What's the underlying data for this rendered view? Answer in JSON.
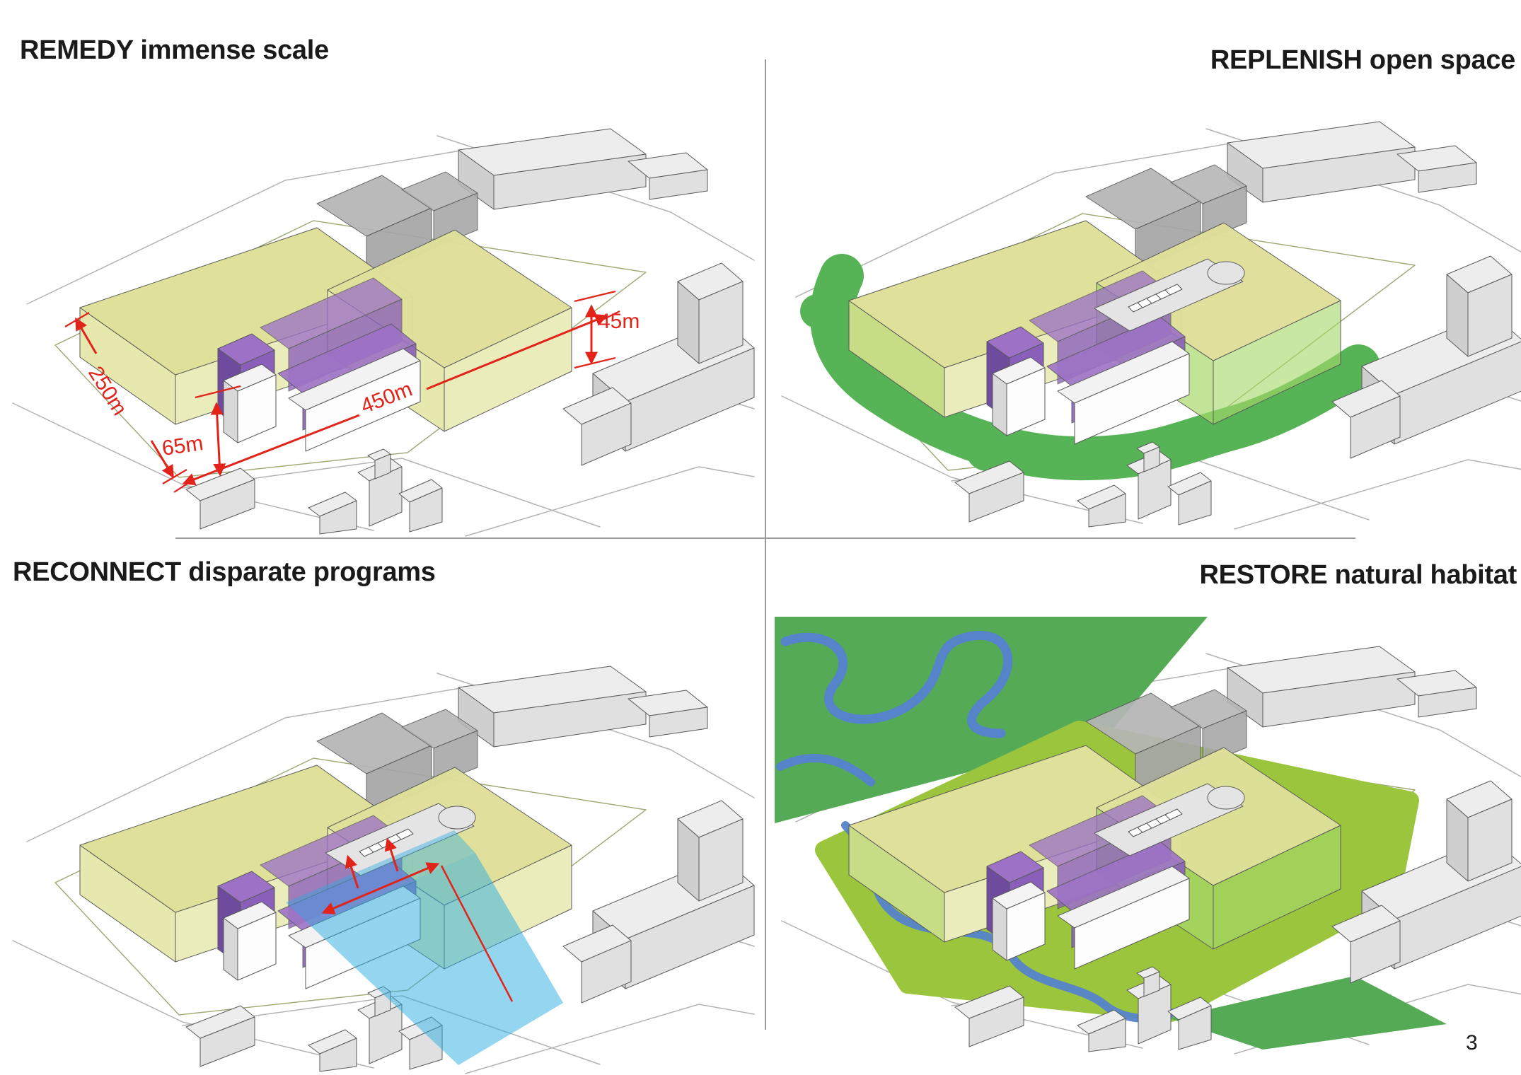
{
  "page": {
    "number": "3"
  },
  "quadrants": {
    "remedy": {
      "title": "REMEDY immense scale",
      "dimensions": {
        "site_depth": "250m",
        "building_height": "65m",
        "context_height": "45m",
        "site_length": "450m"
      }
    },
    "replenish": {
      "title": "REPLENISH open space"
    },
    "reconnect": {
      "title": "RECONNECT disparate programs"
    },
    "restore": {
      "title": "RESTORE natural habitat"
    }
  },
  "colors": {
    "title_text": "#1a1a1a",
    "dimension_red": "#e2231a",
    "building_yellow_top": "#dfe099",
    "building_yellow_side": "#e7e8ae",
    "building_yellow_front": "#ebecbb",
    "purple_top": "#9d72c6",
    "purple_front": "#8a5fba",
    "purple_dark": "#6f4b9e",
    "open_space_green": "#56b456",
    "glass_green": "#a6d96a",
    "habitat_field_green": "#55ab55",
    "habitat_ground_green": "#9bc53d",
    "river_blue": "#5584ca",
    "connection_blue": "#29abe2",
    "context_gray_top": "#ededed",
    "context_gray_front": "#e0e0e0",
    "context_gray_side": "#cfcfcf",
    "annex_gray": "#b5b5b5",
    "outline_gray": "#5a5a5a",
    "street_gray": "#b3b3b3",
    "street_olive": "#8fa83f",
    "divider_gray": "#999999"
  }
}
